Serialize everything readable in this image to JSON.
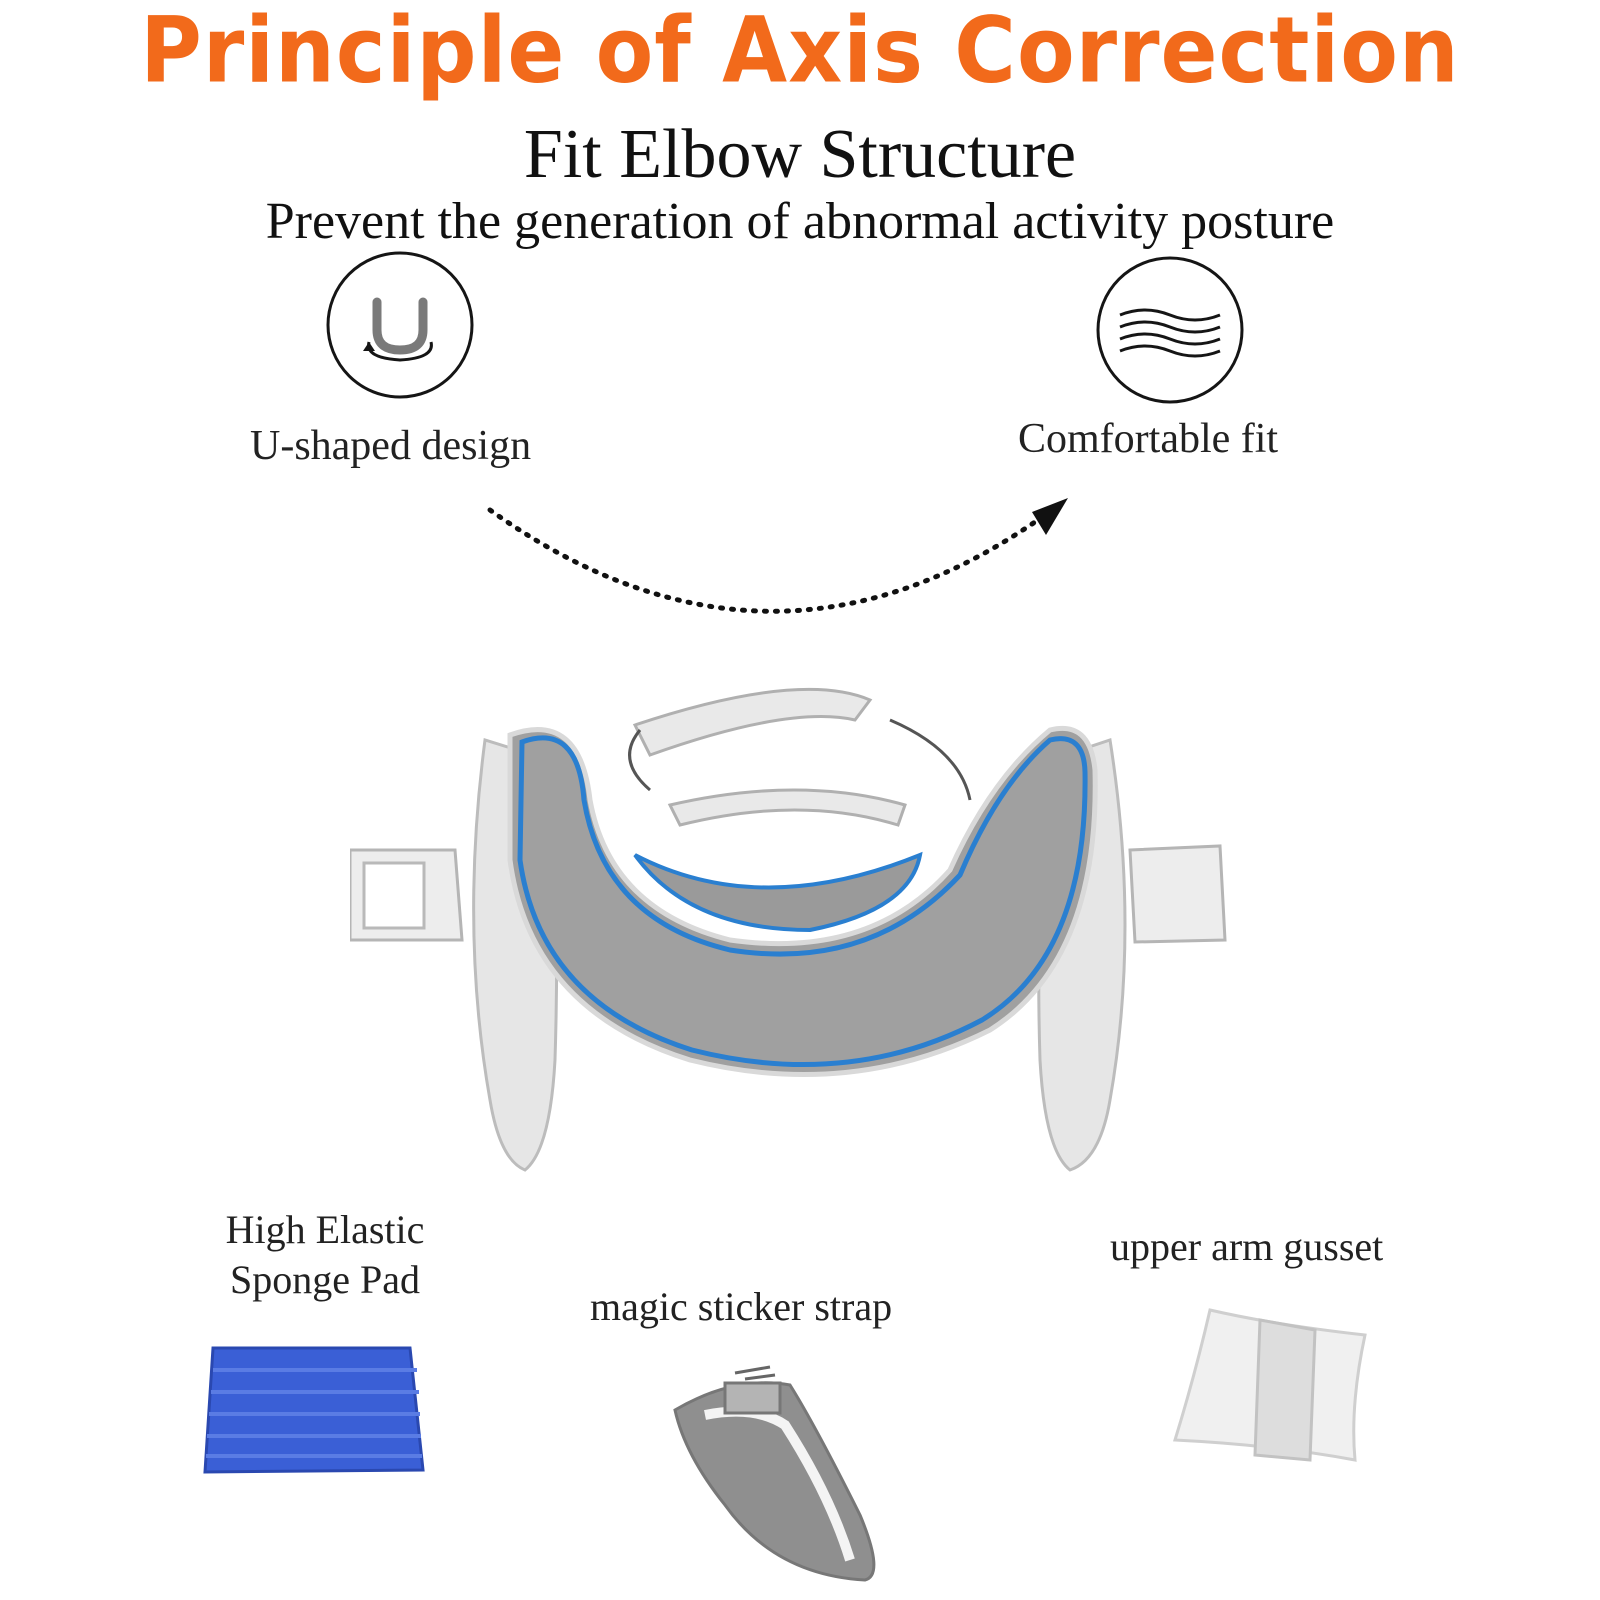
{
  "header": {
    "title": "Principle of Axis Correction",
    "subtitle": "Fit Elbow Structure",
    "tagline": "Prevent the generation of abnormal activity posture"
  },
  "features": [
    {
      "label": "U-shaped design",
      "icon": "u-shape-rotate-icon"
    },
    {
      "label": "Comfortable fit",
      "icon": "wave-lines-icon"
    }
  ],
  "parts": [
    {
      "label_line1": "High Elastic",
      "label_line2": "Sponge Pad",
      "image": "blue-sponge-pad"
    },
    {
      "label": "magic sticker strap",
      "image": "grey-velcro-strap"
    },
    {
      "label": "upper arm gusset",
      "image": "white-arm-gusset"
    }
  ],
  "colors": {
    "title": "#f26a1b",
    "text": "#141414",
    "brace_blue_trim": "#2a7fd0",
    "brace_grey": "#9a9a9a",
    "sponge_blue": "#3a5fd6"
  }
}
